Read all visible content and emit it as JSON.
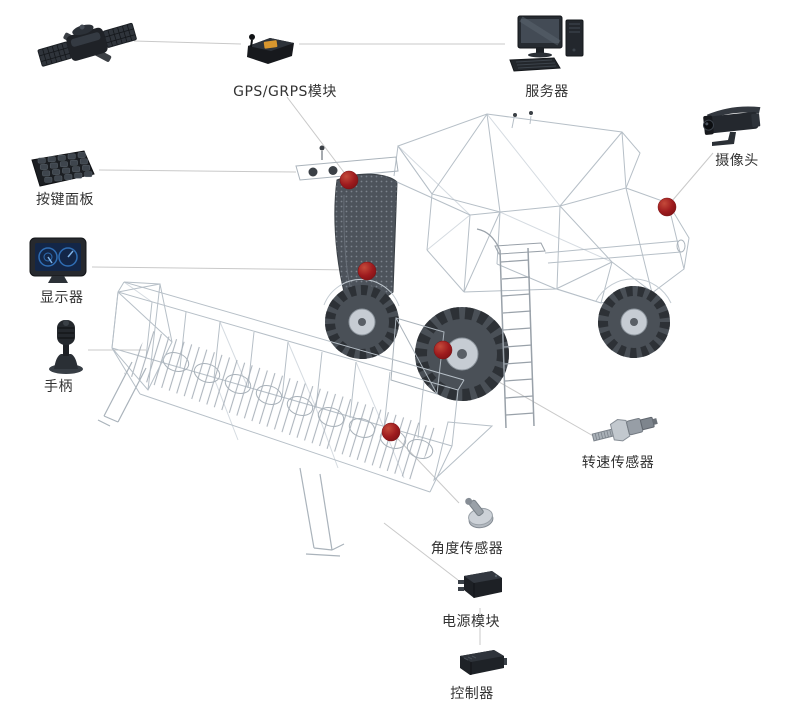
{
  "diagram": {
    "colors": {
      "background": "#ffffff",
      "marker": "#9b1b1e",
      "connector_line": "#c9c9c9",
      "label_text": "#333333",
      "wireframe_light": "#b6bfc7",
      "wireframe_dark": "#4d535b"
    },
    "markers": {
      "count": 5,
      "color": "#9b1b1e"
    }
  },
  "components": [
    {
      "id": "satellite",
      "icon": "satellite-icon",
      "label": ""
    },
    {
      "id": "gps-module",
      "icon": "gps-module-icon",
      "label": "GPS/GRPS模块"
    },
    {
      "id": "server",
      "icon": "server-icon",
      "label": "服务器"
    },
    {
      "id": "camera",
      "icon": "camera-icon",
      "label": "摄像头"
    },
    {
      "id": "keypad",
      "icon": "keypad-icon",
      "label": "按键面板"
    },
    {
      "id": "display",
      "icon": "display-icon",
      "label": "显示器"
    },
    {
      "id": "joystick",
      "icon": "joystick-icon",
      "label": "手柄"
    },
    {
      "id": "speed-sensor",
      "icon": "speed-sensor-icon",
      "label": "转速传感器"
    },
    {
      "id": "angle-sensor",
      "icon": "angle-sensor-icon",
      "label": "角度传感器"
    },
    {
      "id": "power-module",
      "icon": "power-module-icon",
      "label": "电源模块"
    },
    {
      "id": "controller",
      "icon": "controller-icon",
      "label": "控制器"
    }
  ],
  "connections": [
    [
      "satellite",
      "gps-module"
    ],
    [
      "gps-module",
      "server"
    ],
    [
      "gps-module",
      "marker-1"
    ],
    [
      "keypad",
      "machine"
    ],
    [
      "display",
      "marker-3"
    ],
    [
      "joystick",
      "header"
    ],
    [
      "camera",
      "marker-2"
    ],
    [
      "speed-sensor",
      "marker-4"
    ],
    [
      "angle-sensor",
      "marker-5"
    ],
    [
      "power-module",
      "header"
    ],
    [
      "controller",
      "power-module"
    ]
  ]
}
